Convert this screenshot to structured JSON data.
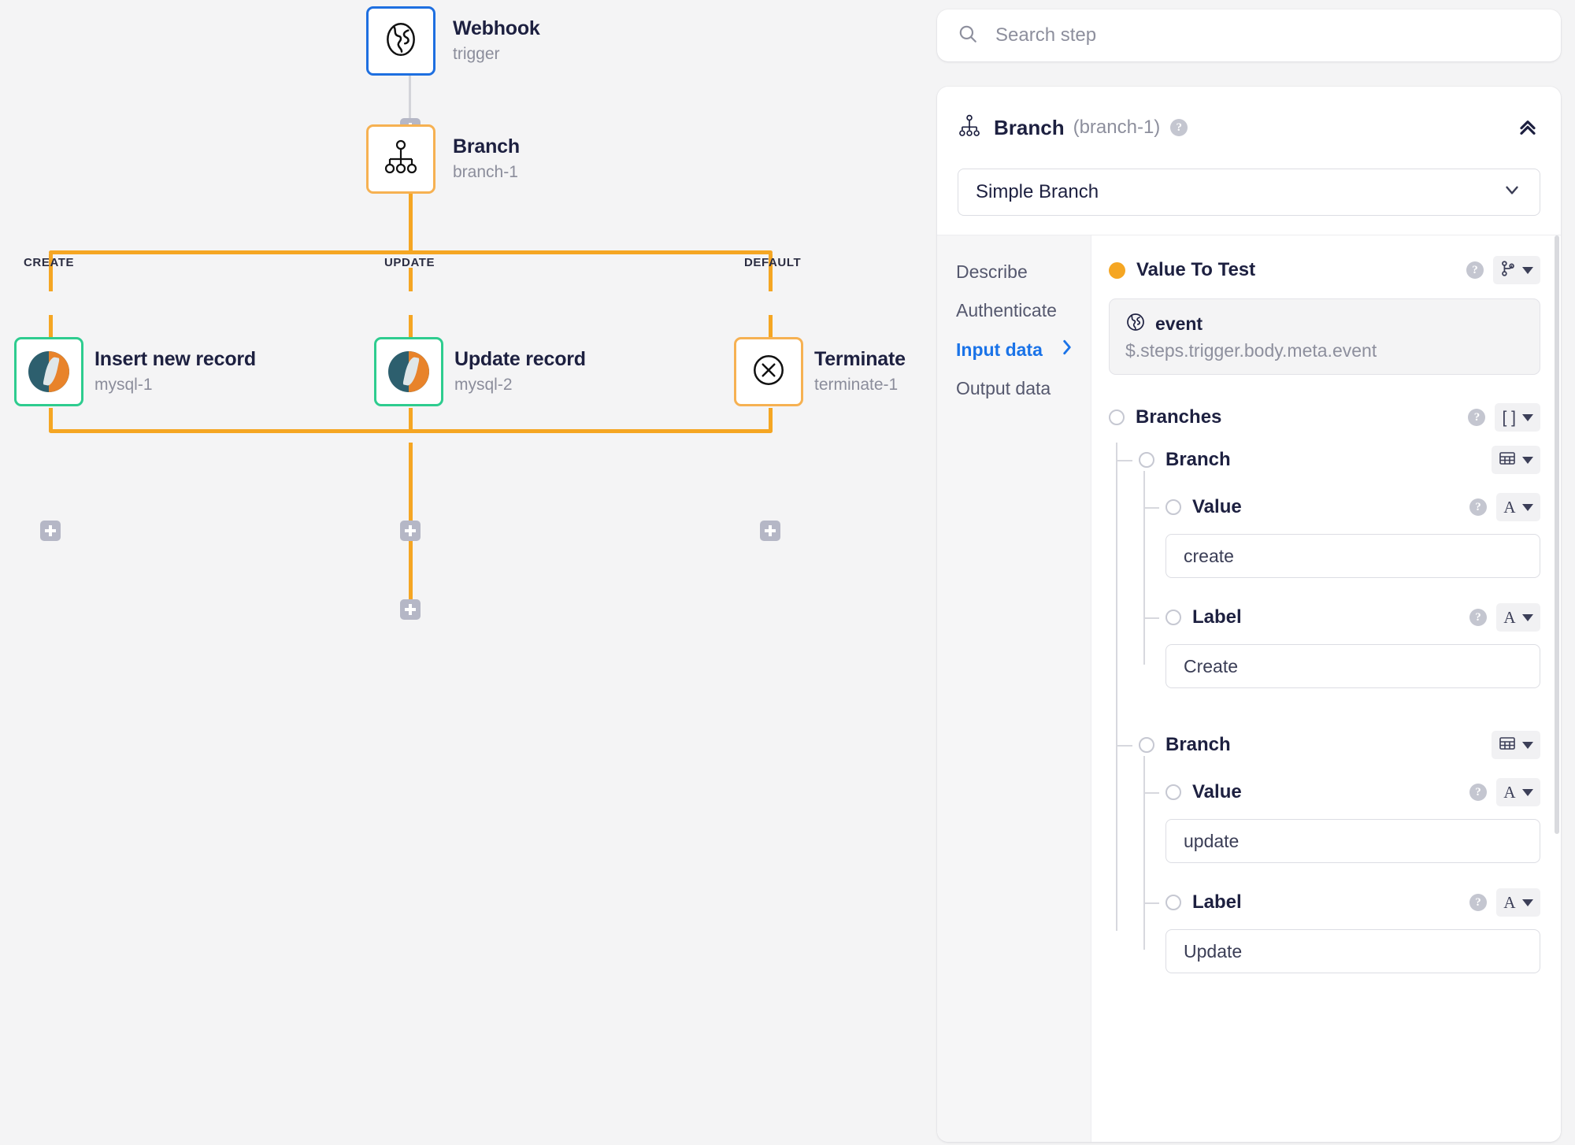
{
  "canvas": {
    "nodes": [
      {
        "name": "webhook-node",
        "title": "Webhook",
        "sub": "trigger",
        "icon": "globe-icon",
        "accent": "blue"
      },
      {
        "name": "branch-node",
        "title": "Branch",
        "sub": "branch-1",
        "icon": "branch-icon",
        "accent": "orange"
      },
      {
        "name": "mysql-1-node",
        "title": "Insert new record",
        "sub": "mysql-1",
        "icon": "mysql-icon",
        "accent": "green"
      },
      {
        "name": "mysql-2-node",
        "title": "Update record",
        "sub": "mysql-2",
        "icon": "mysql-icon",
        "accent": "green"
      },
      {
        "name": "terminate-node",
        "title": "Terminate",
        "sub": "terminate-1",
        "icon": "x-circle-icon",
        "accent": "orange"
      }
    ],
    "edge_labels": [
      "CREATE",
      "UPDATE",
      "DEFAULT"
    ],
    "wire_color": "#f5a623",
    "trigger_wire_color": "#d3d4d9",
    "add_button_tooltip": "+"
  },
  "search": {
    "placeholder": "Search step",
    "icon": "search-icon"
  },
  "step": {
    "icon": "branch-icon",
    "title": "Branch",
    "id": "(branch-1)",
    "help": "?",
    "collapse_icon": "chevrons-up-icon",
    "type_value": "Simple Branch",
    "type_caret": "chevron-down-icon"
  },
  "subnav": {
    "items": [
      {
        "label": "Describe",
        "active": false
      },
      {
        "label": "Authenticate",
        "active": false
      },
      {
        "label": "Input data",
        "active": true,
        "arrow": "›"
      },
      {
        "label": "Output data",
        "active": false
      }
    ]
  },
  "fields": {
    "value_to_test": {
      "label": "Value To Test",
      "help": "?",
      "badge_glyph": "⑂",
      "badge_name": "git-branch-type-badge",
      "chip": {
        "icon": "globe-icon",
        "name": "event",
        "path": "$.steps.trigger.body.meta.event"
      }
    },
    "branches": {
      "label": "Branches",
      "help": "?",
      "badge_glyph": "[ ]",
      "badge_name": "array-type-badge",
      "items": [
        {
          "label": "Branch",
          "badge_glyph": "☰",
          "badge_name": "object-type-badge",
          "rows": [
            {
              "label": "Value",
              "help": "?",
              "badge_glyph": "A",
              "badge_name": "string-type-badge",
              "value": "create"
            },
            {
              "label": "Label",
              "help": "?",
              "badge_glyph": "A",
              "badge_name": "string-type-badge",
              "value": "Create"
            }
          ]
        },
        {
          "label": "Branch",
          "badge_glyph": "☰",
          "badge_name": "object-type-badge",
          "rows": [
            {
              "label": "Value",
              "help": "?",
              "badge_glyph": "A",
              "badge_name": "string-type-badge",
              "value": "update"
            },
            {
              "label": "Label",
              "help": "?",
              "badge_glyph": "A",
              "badge_name": "string-type-badge",
              "value": "Update"
            }
          ]
        }
      ]
    }
  },
  "colors": {
    "accent_orange": "#f5a623",
    "accent_blue": "#1a73e8",
    "accent_green": "#2ecc8f",
    "canvas_bg": "#f4f4f5"
  }
}
